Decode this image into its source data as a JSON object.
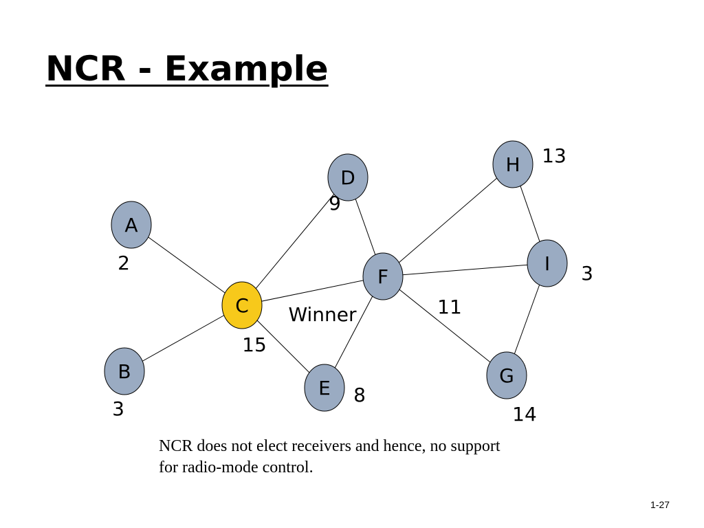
{
  "title": "NCR - Example",
  "colors": {
    "node_fill": "#9aabc2",
    "winner_fill": "#f7c91b",
    "edge_stroke": "#000000"
  },
  "graph": {
    "nodes": [
      {
        "id": "A",
        "label": "A",
        "winner": false,
        "value": "2"
      },
      {
        "id": "B",
        "label": "B",
        "winner": false,
        "value": "3"
      },
      {
        "id": "C",
        "label": "C",
        "winner": true,
        "value": "15"
      },
      {
        "id": "D",
        "label": "D",
        "winner": false,
        "value": "9"
      },
      {
        "id": "E",
        "label": "E",
        "winner": false,
        "value": "8"
      },
      {
        "id": "F",
        "label": "F",
        "winner": false,
        "value": "11"
      },
      {
        "id": "G",
        "label": "G",
        "winner": false,
        "value": "14"
      },
      {
        "id": "H",
        "label": "H",
        "winner": false,
        "value": "13"
      },
      {
        "id": "I",
        "label": "I",
        "winner": false,
        "value": "3"
      }
    ],
    "edges": [
      [
        "A",
        "C"
      ],
      [
        "B",
        "C"
      ],
      [
        "C",
        "D"
      ],
      [
        "C",
        "E"
      ],
      [
        "C",
        "F"
      ],
      [
        "D",
        "F"
      ],
      [
        "E",
        "F"
      ],
      [
        "F",
        "H"
      ],
      [
        "F",
        "I"
      ],
      [
        "F",
        "G"
      ],
      [
        "H",
        "I"
      ],
      [
        "I",
        "G"
      ]
    ],
    "winner_label": "Winner"
  },
  "caption": "NCR does not elect receivers and hence, no support for radio-mode control.",
  "page_number": "1-27"
}
